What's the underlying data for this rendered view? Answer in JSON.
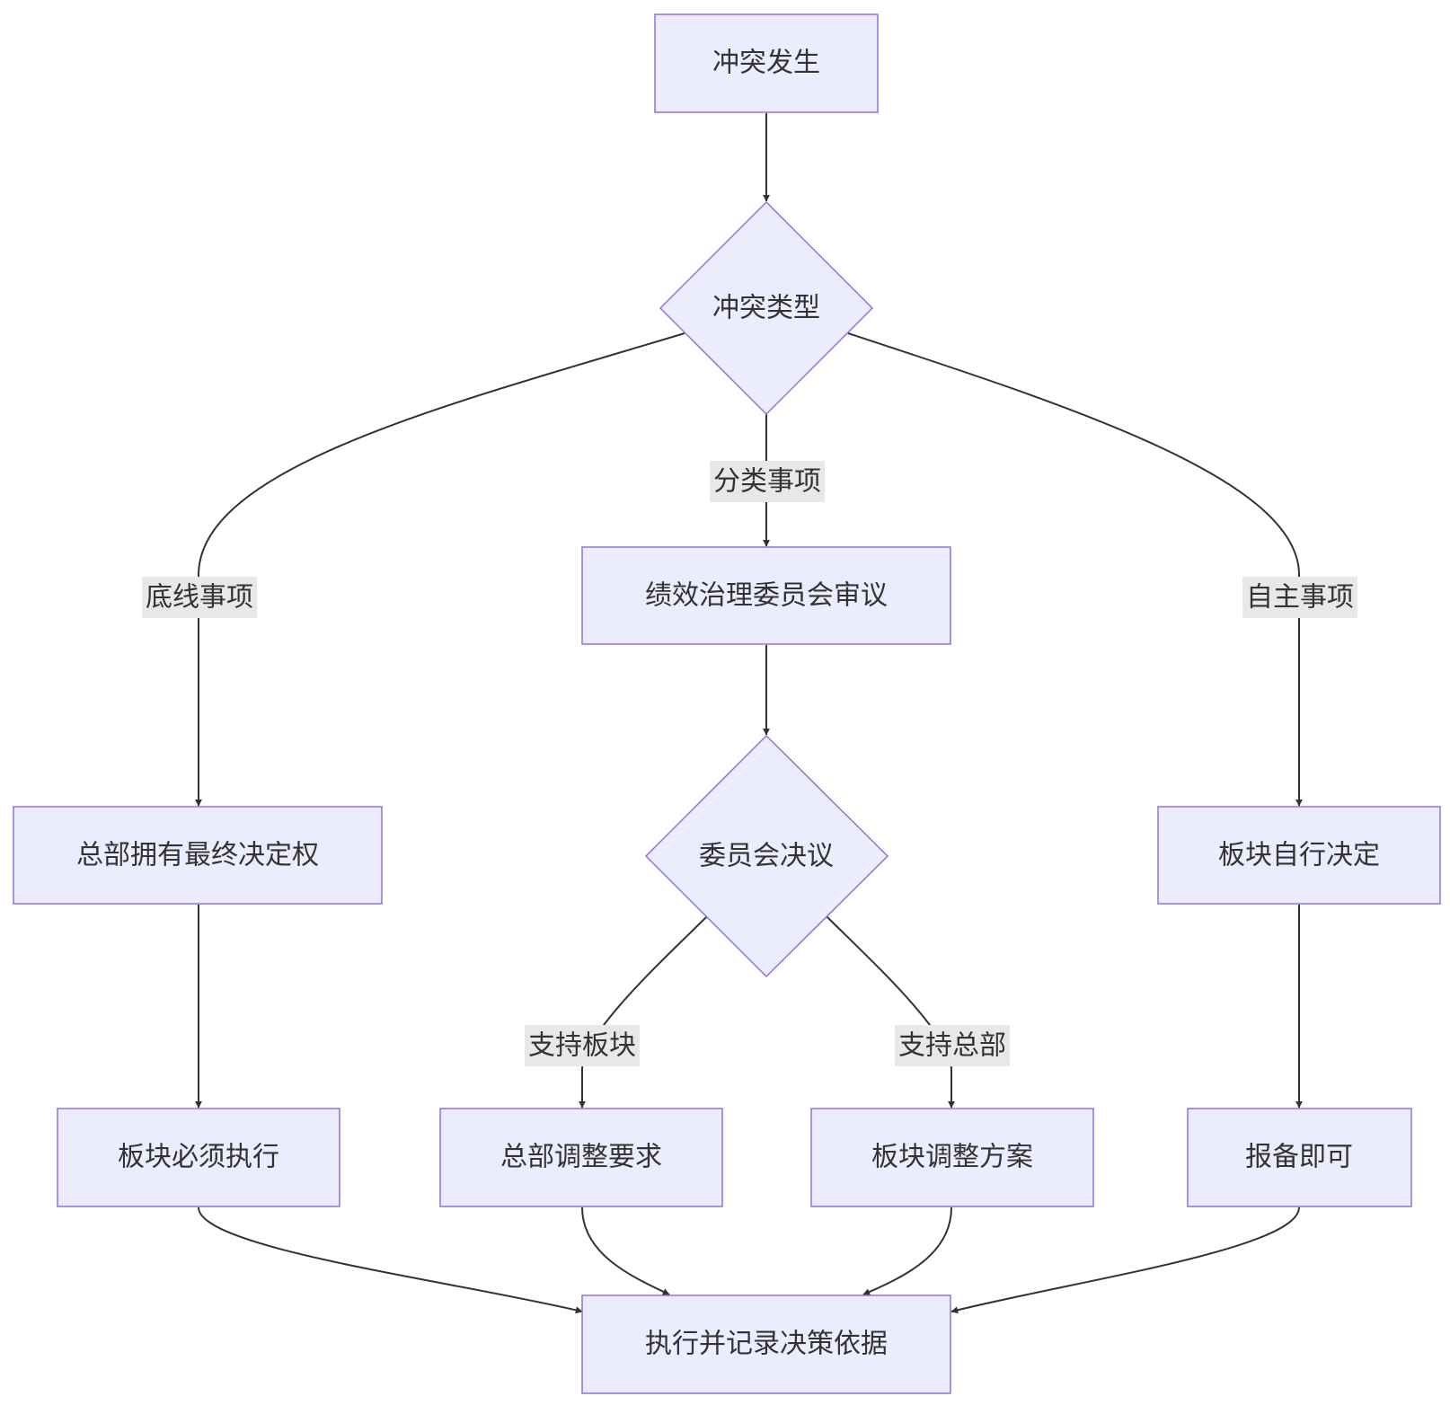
{
  "diagram": {
    "nodes": {
      "start": "冲突发生",
      "conflict_type": "冲突类型",
      "committee_review": "绩效治理委员会审议",
      "committee_resolution": "委员会决议",
      "hq_final": "总部拥有最终决定权",
      "segment_decides": "板块自行决定",
      "segment_must_execute": "板块必须执行",
      "hq_adjusts": "总部调整要求",
      "segment_adjusts": "板块调整方案",
      "file_report": "报备即可",
      "execute_record": "执行并记录决策依据"
    },
    "edge_labels": {
      "bottom_line": "底线事项",
      "classified": "分类事项",
      "autonomous": "自主事项",
      "support_segment": "支持板块",
      "support_hq": "支持总部"
    },
    "colors": {
      "node_fill": "#ECECFF",
      "node_stroke": "#9370DB",
      "edge": "#333333",
      "label_bg": "#E8E8E8",
      "text": "#333333"
    }
  }
}
